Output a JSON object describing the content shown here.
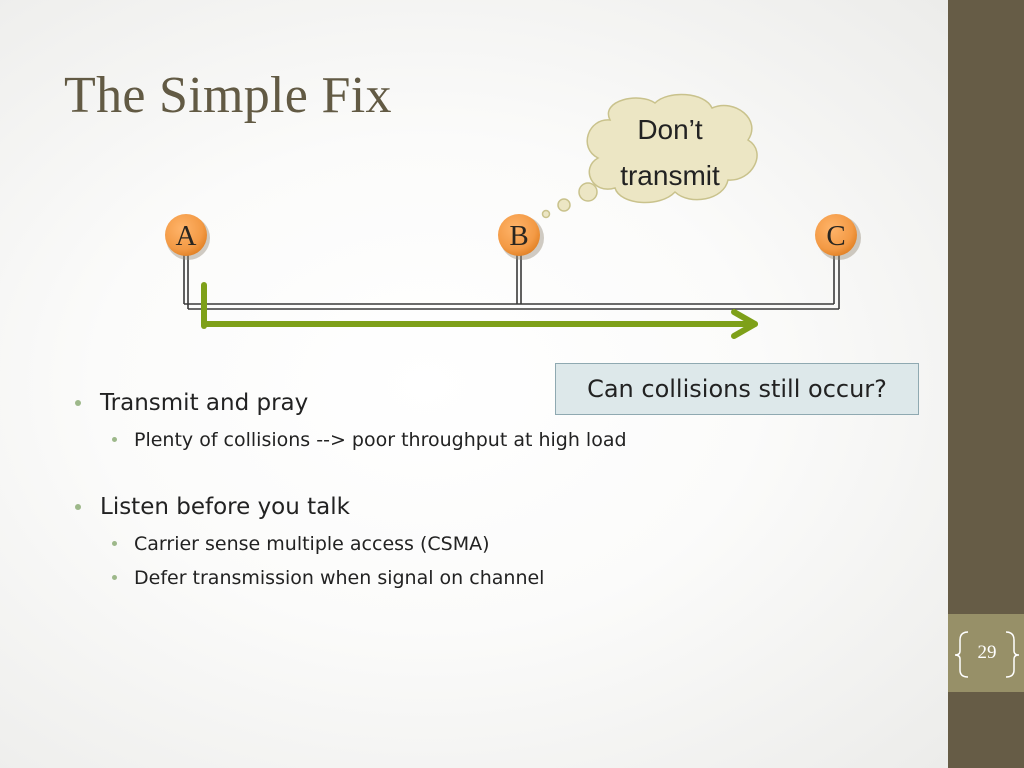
{
  "slide": {
    "title": "The Simple Fix",
    "page_number": "29"
  },
  "diagram": {
    "nodes": [
      {
        "id": "a",
        "label": "A"
      },
      {
        "id": "b",
        "label": "B"
      },
      {
        "id": "c",
        "label": "C"
      }
    ],
    "thought_bubble": {
      "line1": "Don’t",
      "line2": "transmit"
    },
    "colors": {
      "node_fill": "#f39a45",
      "bus_line": "#3a3a3a",
      "arrow": "#7ea019",
      "cloud_fill": "#ece6c4",
      "cloud_stroke": "#c9c28c"
    }
  },
  "callout": {
    "text": "Can collisions still occur?"
  },
  "bullets": [
    {
      "text": "Transmit and pray",
      "children": [
        "Plenty of collisions --> poor throughput at high load"
      ]
    },
    {
      "text": "Listen before you talk",
      "children": [
        "Carrier sense multiple access (CSMA)",
        "Defer transmission when signal on channel"
      ]
    }
  ],
  "theme": {
    "sidebar": "#665c46",
    "page_box": "#979068",
    "title": "#625a44",
    "bullet_dot": "#9db88a"
  }
}
